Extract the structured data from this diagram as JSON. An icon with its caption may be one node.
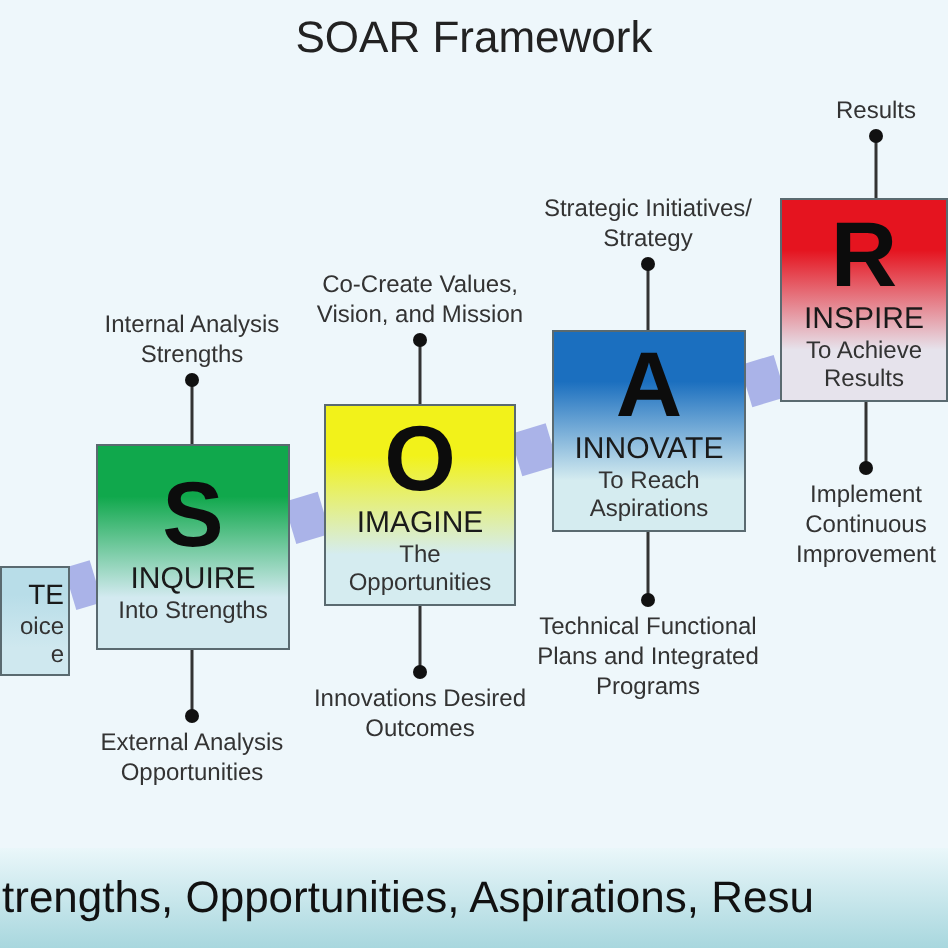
{
  "diagram": {
    "title": "SOAR Framework",
    "caption": "trengths, Opportunities, Aspirations, Resu",
    "nodes": [
      {
        "text": [
          "TE",
          "oice e"
        ]
      },
      {
        "text": [
          "S",
          "INQUIRE",
          "Into Strengths"
        ]
      },
      {
        "text": [
          "O",
          "IMAGINE",
          "The Opportunities"
        ]
      },
      {
        "text": [
          "A",
          "INNOVATE",
          "To Reach Aspirations"
        ]
      },
      {
        "text": [
          "R",
          "INSPIRE",
          "To Achieve Results"
        ]
      },
      {
        "text": [
          "Internal Analysis Strengths"
        ]
      },
      {
        "text": [
          "External Analysis Opportunities"
        ]
      },
      {
        "text": [
          "Co-Create Values, Vision, and Mission"
        ]
      },
      {
        "text": [
          "Innovations Desired Outcomes"
        ]
      },
      {
        "text": [
          "Strategic Initiatives/ Strategy"
        ]
      },
      {
        "text": [
          "Technical Functional Plans and Integrated Programs"
        ]
      },
      {
        "text": [
          "Results"
        ]
      },
      {
        "text": [
          "Implement Continuous Improvement"
        ]
      }
    ],
    "edges": [
      {
        "from": 0,
        "to": 1,
        "arrow": "none",
        "style": "thick",
        "color": "#aab3e8"
      },
      {
        "from": 1,
        "to": 2,
        "arrow": "none",
        "style": "thick",
        "color": "#aab3e8"
      },
      {
        "from": 2,
        "to": 3,
        "arrow": "none",
        "style": "thick",
        "color": "#aab3e8"
      },
      {
        "from": 3,
        "to": 4,
        "arrow": "none",
        "style": "thick",
        "color": "#aab3e8"
      },
      {
        "from": 1,
        "to": 5,
        "arrow": "other"
      },
      {
        "from": 1,
        "to": 6,
        "arrow": "other"
      },
      {
        "from": 2,
        "to": 7,
        "arrow": "other"
      },
      {
        "from": 2,
        "to": 8,
        "arrow": "other"
      },
      {
        "from": 3,
        "to": 9,
        "arrow": "other"
      },
      {
        "from": 3,
        "to": 10,
        "arrow": "other"
      },
      {
        "from": 4,
        "to": 11,
        "arrow": "other"
      },
      {
        "from": 4,
        "to": 12,
        "arrow": "other"
      }
    ]
  }
}
